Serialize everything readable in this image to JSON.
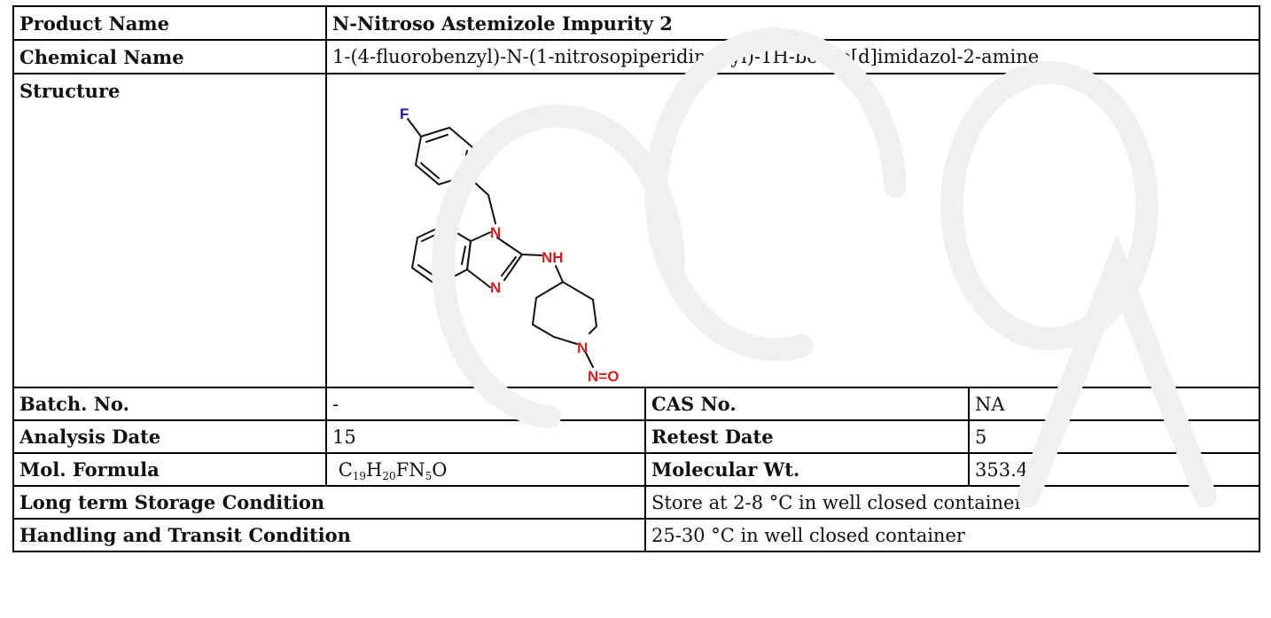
{
  "product": {
    "label": "Product Name",
    "value": "N-Nitroso Astemizole Impurity 2"
  },
  "chemical": {
    "label": "Chemical Name",
    "value": "1-(4-fluorobenzyl)-N-(1-nitrosopiperidin-4-yl)-1H-benzo[d]imidazol-2-amine"
  },
  "structure": {
    "label": "Structure",
    "atoms": {
      "f": "F",
      "n1": "N",
      "nh": "NH",
      "n3": "N",
      "n_pip": "N",
      "nitroso": "N=O"
    }
  },
  "batch": {
    "label": "Batch. No.",
    "value": "-"
  },
  "cas": {
    "label": "CAS No.",
    "value": "NA"
  },
  "analysis": {
    "label": "Analysis Date",
    "value": "15"
  },
  "retest": {
    "label": "Retest Date",
    "value": "5"
  },
  "formula": {
    "label": "Mol. Formula",
    "parts": [
      "C",
      "19",
      "H",
      "20",
      "FN",
      "5",
      "O"
    ]
  },
  "mw": {
    "label": "Molecular Wt.",
    "value": "353.4"
  },
  "storage": {
    "label": "Long term Storage Condition",
    "value": "Store at 2-8 °C in well closed container"
  },
  "handling": {
    "label": "Handling and Transit Condition",
    "value": "25-30 °C in well closed container"
  },
  "colors": {
    "fluorine": "#1a1aa6",
    "nitrogen": "#d11f1f",
    "bond": "#111111"
  }
}
